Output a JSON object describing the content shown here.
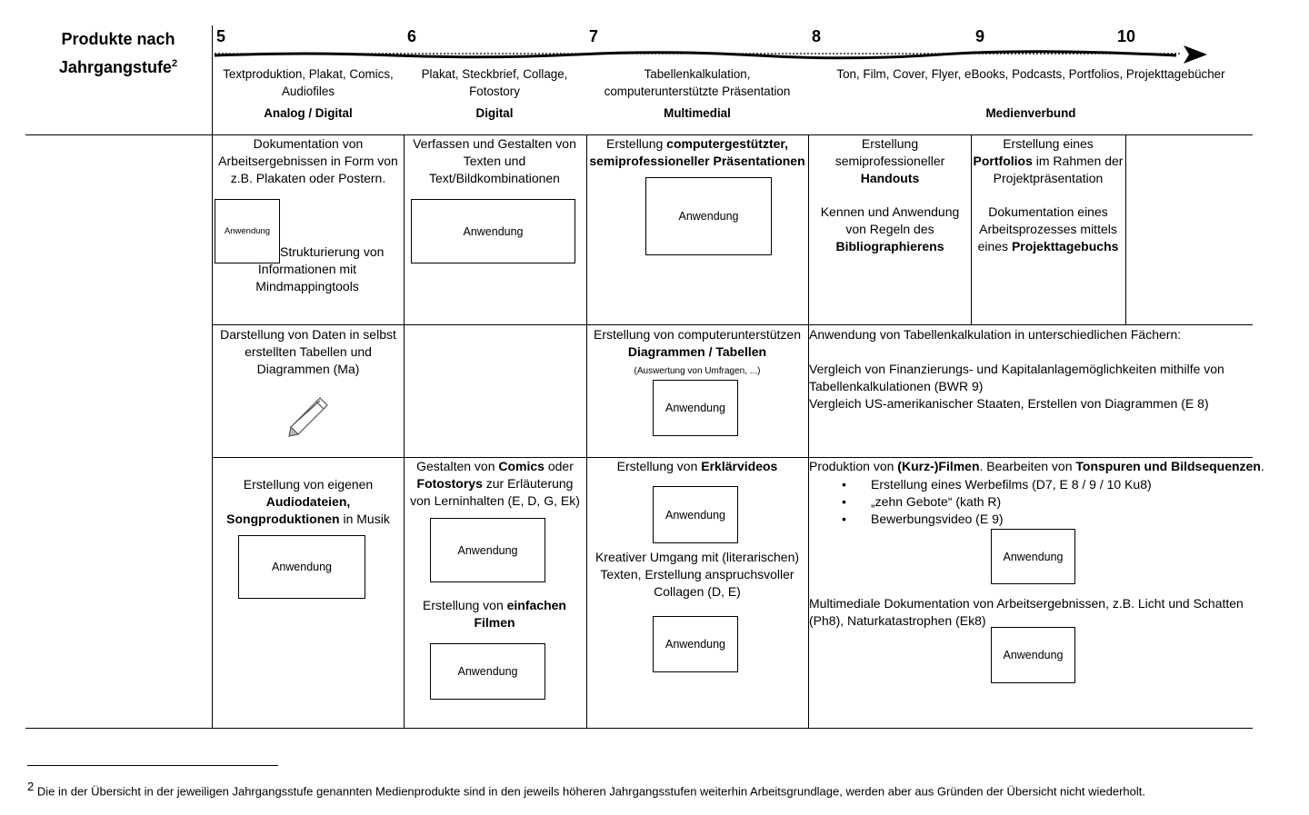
{
  "header": {
    "title_line1": "Produkte nach",
    "title_line2": "Jahrgangstufe",
    "footnote_mark": "2",
    "grades": [
      "5",
      "6",
      "7",
      "8",
      "9",
      "10"
    ],
    "products": [
      "Textproduktion, Plakat, Comics, Audiofiles",
      "Plakat, Steckbrief, Collage, Fotostory",
      "Tabellenkalkulation, computerunterstützte Präsentation",
      "Ton, Film, Cover, Flyer, eBooks, Podcasts, Portfolios, Projekttagebücher"
    ],
    "modes": [
      "Analog / Digital",
      "Digital",
      "Multimedial",
      "Medienverbund"
    ]
  },
  "button_label": "Anwendung",
  "row1": {
    "c5_text": "Dokumentation von Arbeitsergebnissen in Form von z.B. Plakaten oder Postern.",
    "c5_text2a": "Strukturierung von",
    "c5_text2b": "Informationen mit Mindmappingtools",
    "c6_text": "Verfassen und Gestalten von Texten und Text/Bildkombinationen",
    "c7_pre": "Erstellung ",
    "c7_bold": "computergestützter, semiprofessioneller Präsentationen",
    "c8_pre": "Erstellung semiprofessioneller",
    "c8_bold": "Handouts",
    "c8_pre2": "Kennen und Anwendung von Regeln des",
    "c8_bold2": "Bibliographierens",
    "c9_pre": "Erstellung eines ",
    "c9_bold": "Portfolios",
    "c9_post": " im Rahmen der Projektpräsentation",
    "c9_pre2": "Dokumentation eines Arbeitsprozesses mittels eines",
    "c9_bold2": "Projekttagebuchs"
  },
  "row2": {
    "c5_text": "Darstellung von Daten in selbst erstellten Tabellen und Diagrammen (Ma)",
    "c7_pre": "Erstellung von computerunterstützen",
    "c7_bold": "Diagrammen / Tabellen",
    "c7_small": "(Auswertung von Umfragen, ...)",
    "c8_line1": "Anwendung von Tabellenkalkulation in unterschiedlichen Fächern:",
    "c8_line2": "Vergleich von Finanzierungs- und Kapitalanlagemöglichkeiten mithilfe von Tabellenkalkulationen (BWR 9)",
    "c8_line3": "Vergleich US-amerikanischer Staaten, Erstellen von Diagrammen (E 8)"
  },
  "row3": {
    "c5_pre": "Erstellung von eigenen",
    "c5_bold": "Audiodateien, Songproduktionen",
    "c5_post": " in Musik",
    "c6_pre": "Gestalten von ",
    "c6_bold1": "Comics",
    "c6_mid": " oder ",
    "c6_bold2": "Fotostorys",
    "c6_post": " zur Erläuterung von Lerninhalten (E, D, G, Ek)",
    "c6_pre2": "Erstellung von ",
    "c6_bold3": "einfachen Filmen",
    "c7_pre": "Erstellung von ",
    "c7_bold": "Erklärvideos",
    "c7_text2": "Kreativer Umgang mit (literarischen) Texten, Erstellung anspruchsvoller Collagen  (D, E)",
    "c8_pre": "Produktion von ",
    "c8_bold1": "(Kurz-)Filmen",
    "c8_mid": ". Bearbeiten von ",
    "c8_bold2": "Tonspuren und Bildsequenzen",
    "c8_post": ".",
    "c8_bullets": [
      "Erstellung eines Werbefilms (D7, E 8 / 9 / 10  Ku8)",
      "„zehn Gebote“ (kath R)",
      "Bewerbungsvideo (E 9)"
    ],
    "c8_text2": "Multimediale Dokumentation von Arbeitsergebnissen, z.B. Licht und Schatten (Ph8), Naturkatastrophen (Ek8)"
  },
  "footnote": {
    "mark": "2",
    "text": "Die in der Übersicht in der jeweiligen Jahrgangsstufe genannten Medienprodukte sind in den jeweils höheren Jahrgangsstufen weiterhin Arbeitsgrundlage, werden aber aus Gründen der Übersicht nicht wiederholt."
  },
  "icons": {
    "pencil": "pencil-icon",
    "arrow": "timeline-arrow-icon"
  }
}
